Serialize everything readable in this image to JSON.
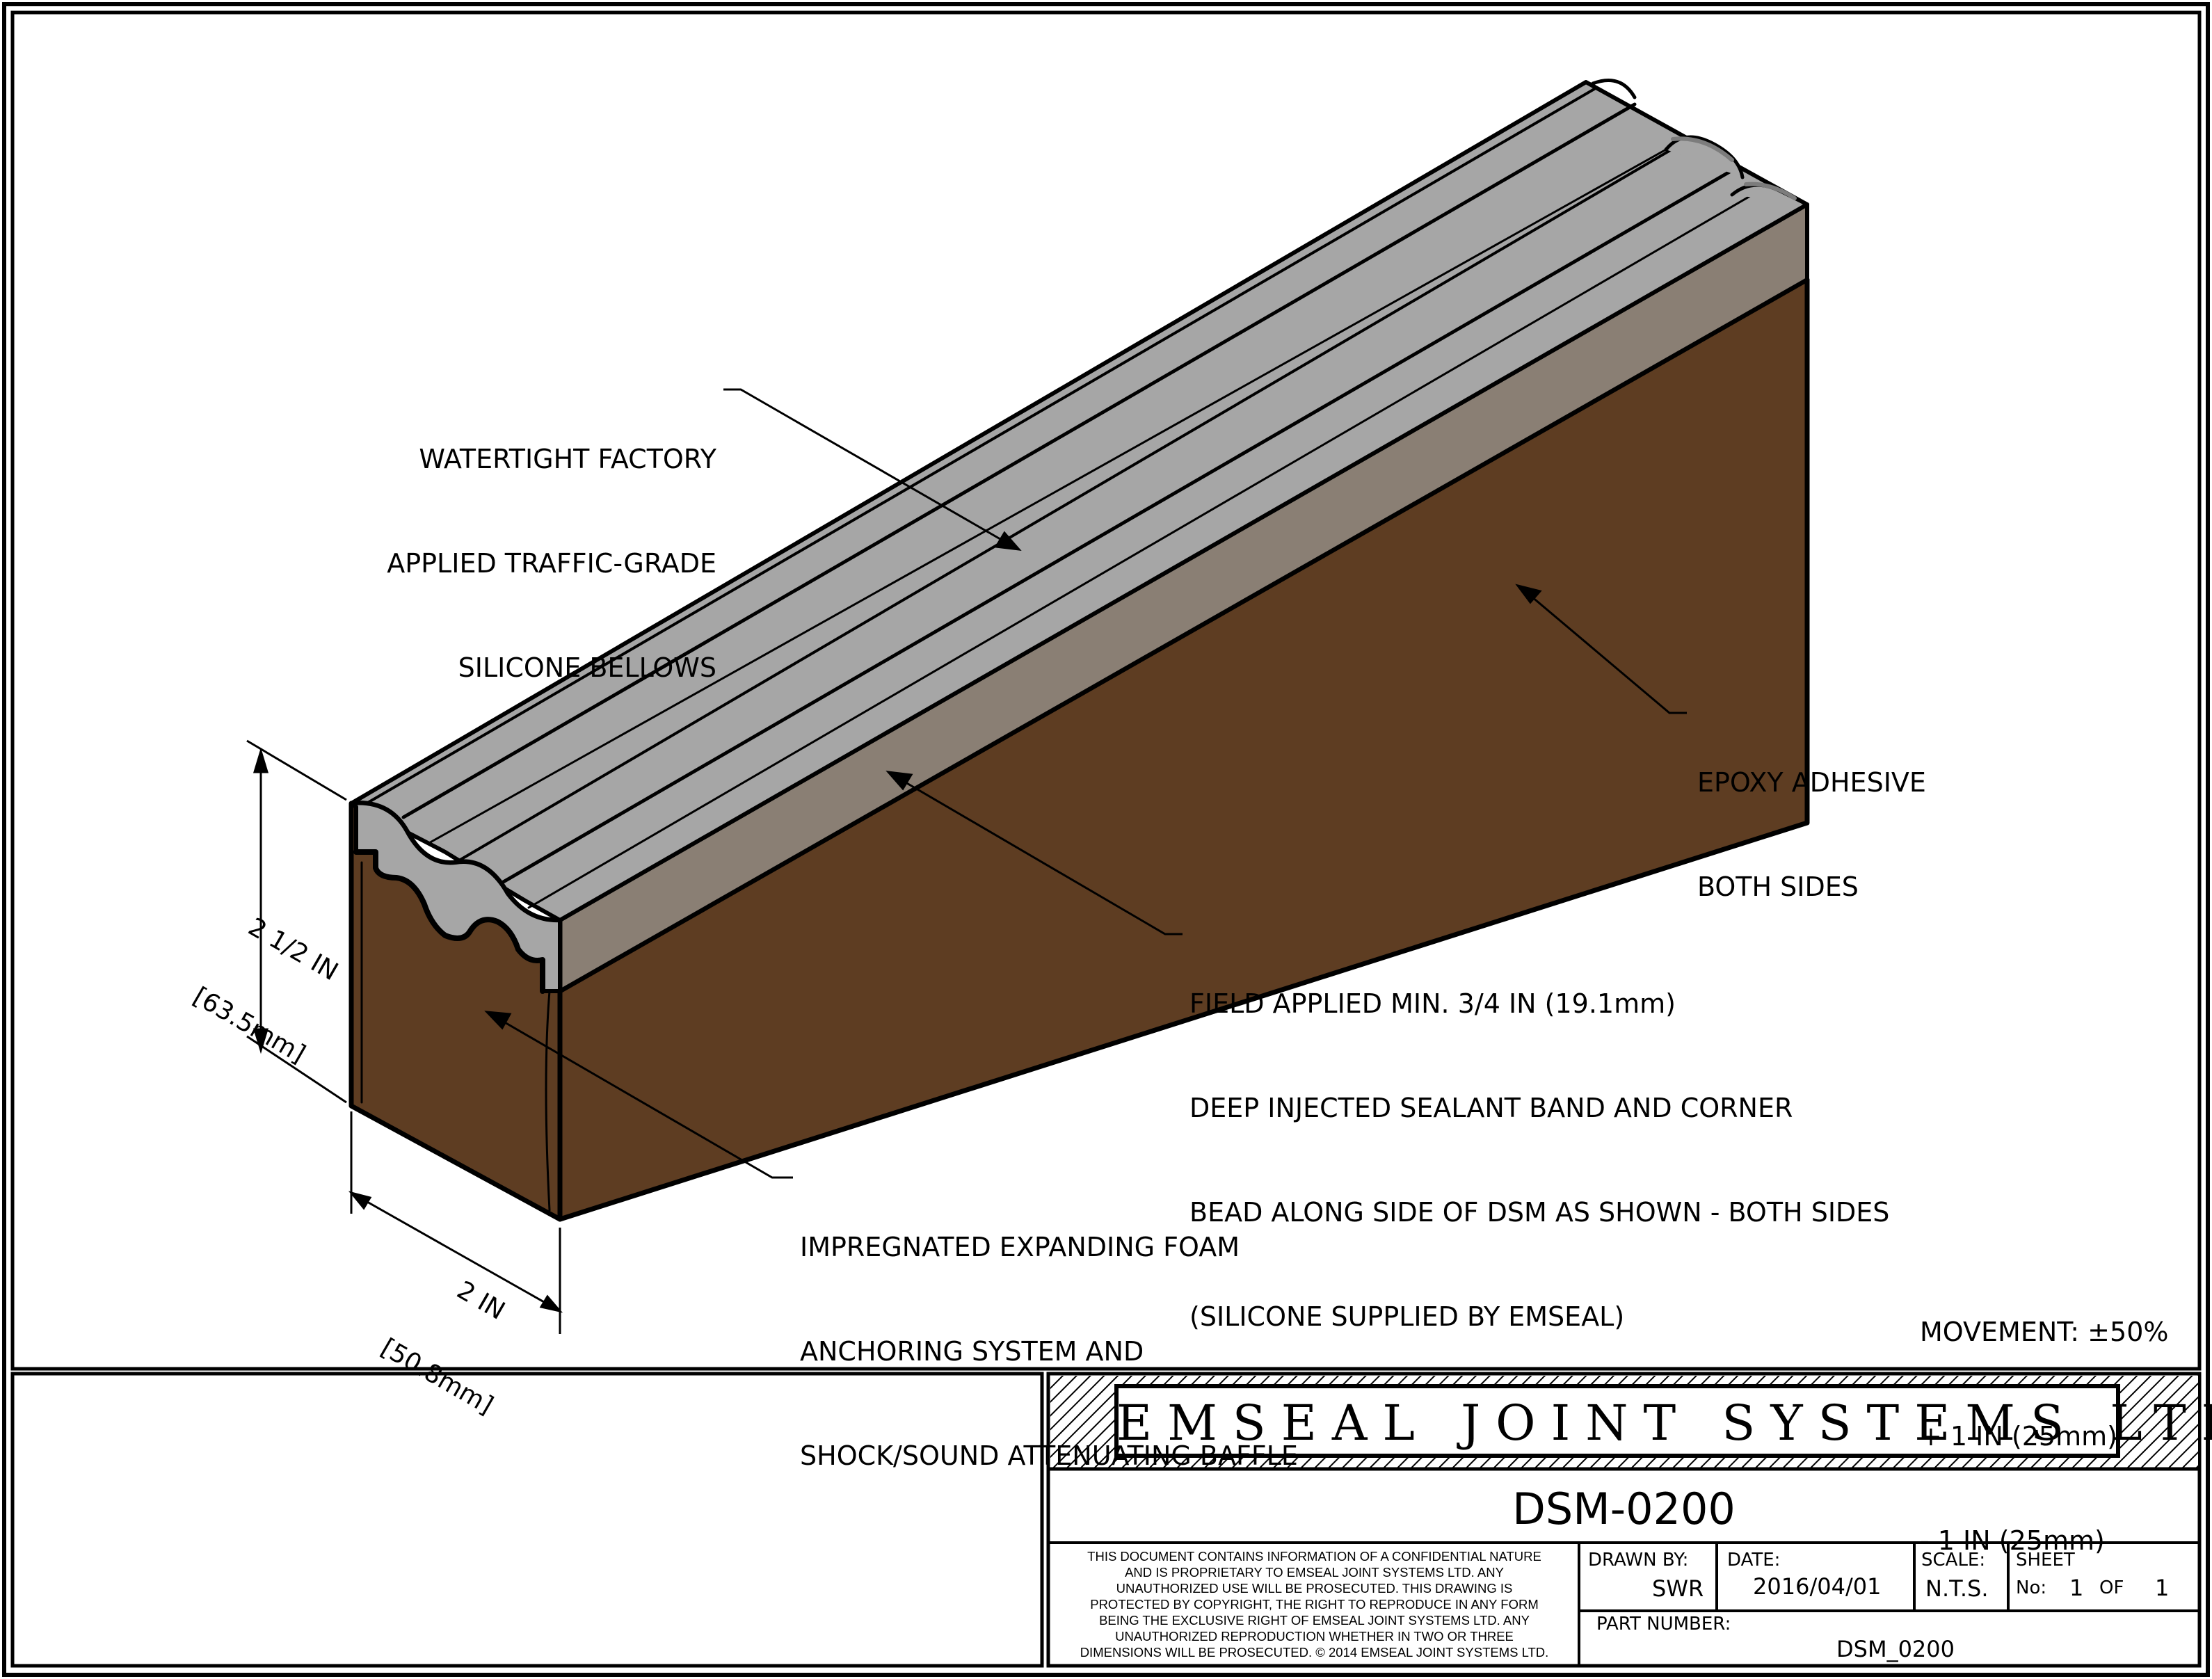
{
  "callouts": {
    "bellows": [
      "WATERTIGHT FACTORY",
      "APPLIED TRAFFIC-GRADE",
      "SILICONE BELLOWS"
    ],
    "epoxy": [
      "EPOXY ADHESIVE",
      "BOTH SIDES"
    ],
    "sealant": [
      "FIELD APPLIED MIN. 3/4 IN (19.1mm)",
      "DEEP INJECTED SEALANT BAND AND CORNER",
      "BEAD ALONG SIDE OF DSM AS SHOWN - BOTH SIDES",
      "(SILICONE SUPPLIED BY EMSEAL)"
    ],
    "foam": [
      "IMPREGNATED EXPANDING FOAM",
      "ANCHORING SYSTEM AND",
      "SHOCK/SOUND ATTENUATING BAFFLE"
    ]
  },
  "dimensions": {
    "height": [
      "2 1/2 IN",
      "[63.5mm]"
    ],
    "width": [
      "2 IN",
      "[50.8mm]"
    ]
  },
  "movement": [
    "MOVEMENT: ±50%",
    "+ 1 IN (25mm)",
    "- 1 IN (25mm)"
  ],
  "title_block": {
    "company": "EMSEAL JOINT SYSTEMS LTD.",
    "drawing_number": "DSM-0200",
    "legal": [
      "THIS DOCUMENT CONTAINS INFORMATION OF A CONFIDENTIAL NATURE",
      "AND IS PROPRIETARY TO EMSEAL JOINT SYSTEMS LTD. ANY",
      "UNAUTHORIZED USE WILL BE PROSECUTED. THIS DRAWING IS",
      "PROTECTED BY COPYRIGHT, THE RIGHT TO REPRODUCE IN ANY FORM",
      "BEING THE EXCLUSIVE RIGHT OF EMSEAL JOINT SYSTEMS LTD. ANY",
      "UNAUTHORIZED REPRODUCTION WHETHER IN TWO OR THREE",
      "DIMENSIONS WILL BE PROSECUTED. © 2014 EMSEAL JOINT SYSTEMS LTD."
    ],
    "drawn_by_label": "DRAWN BY:",
    "drawn_by": "SWR",
    "date_label": "DATE:",
    "date": "2016/04/01",
    "scale_label": "SCALE:",
    "scale": "N.T.S.",
    "sheet_label": "SHEET",
    "sheet_no_label": "No:",
    "sheet_no": "1",
    "sheet_of_label": "OF",
    "sheet_total": "1",
    "part_number_label": "PART NUMBER:",
    "part_number": "DSM_0200"
  },
  "colors": {
    "foam": "#5e3d22",
    "sealant_band": "#8a7f74",
    "bellows": "#a6a6a6",
    "bellows_dark": "#7c7c7c",
    "outline": "#000000"
  }
}
